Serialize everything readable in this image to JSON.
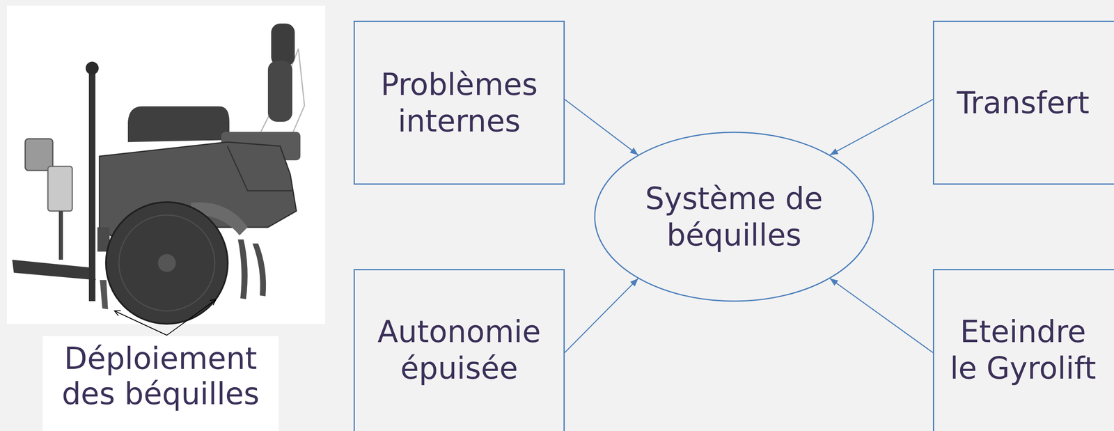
{
  "diagram": {
    "nodes": [
      {
        "text": [
          "Problèmes internes"
        ]
      },
      {
        "text": [
          "Transfert"
        ]
      },
      {
        "text": [
          "Système de béquilles"
        ]
      },
      {
        "text": [
          "Autonomie épuisée"
        ]
      },
      {
        "text": [
          "Eteindre le Gyrolift"
        ]
      }
    ],
    "edges": [
      {
        "from": 0,
        "to": 2,
        "arrow": "to"
      },
      {
        "from": 1,
        "to": 2,
        "arrow": "to"
      },
      {
        "from": 3,
        "to": 2,
        "arrow": "to"
      },
      {
        "from": 4,
        "to": 2,
        "arrow": "to"
      }
    ],
    "labels": [
      "Déploiement des béquilles"
    ]
  }
}
